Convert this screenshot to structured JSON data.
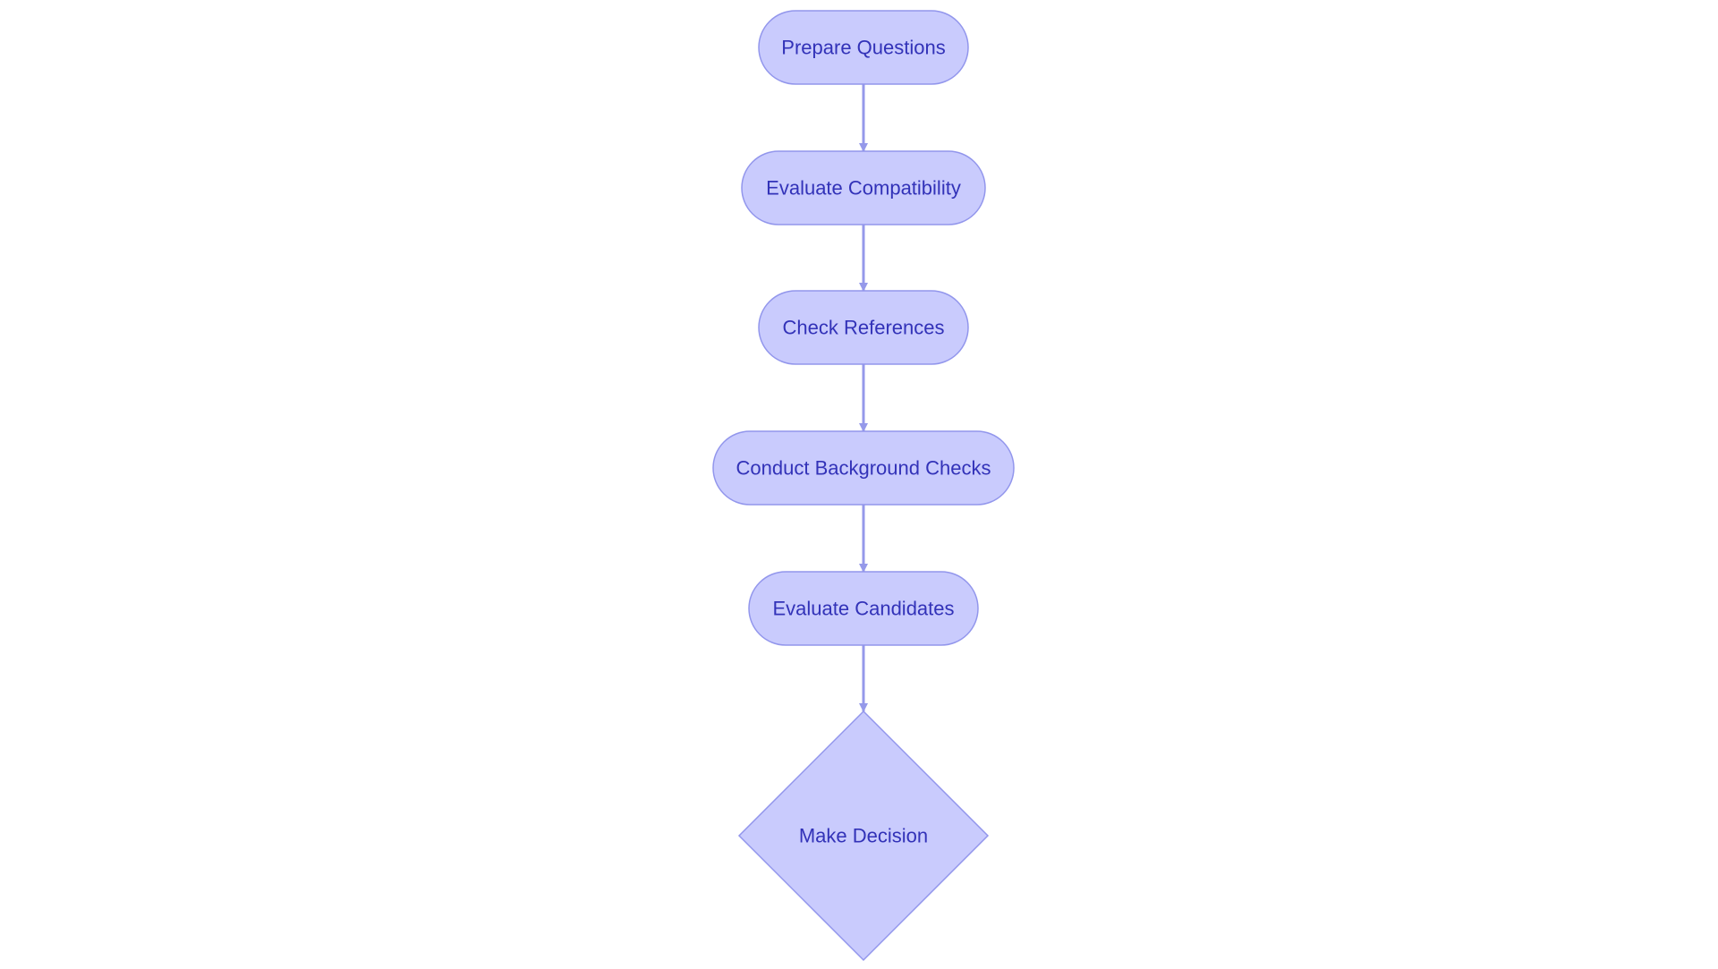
{
  "diagram": {
    "type": "flowchart",
    "colors": {
      "node_fill": "#C9CBFD",
      "node_stroke": "#9296EC",
      "edge": "#9599EA",
      "text": "#3232B8"
    },
    "nodes": [
      {
        "id": "prepare-questions",
        "label": "Prepare Questions",
        "shape": "stadium"
      },
      {
        "id": "evaluate-compatibility",
        "label": "Evaluate Compatibility",
        "shape": "stadium"
      },
      {
        "id": "check-references",
        "label": "Check References",
        "shape": "stadium"
      },
      {
        "id": "conduct-background-checks",
        "label": "Conduct Background Checks",
        "shape": "stadium"
      },
      {
        "id": "evaluate-candidates",
        "label": "Evaluate Candidates",
        "shape": "stadium"
      },
      {
        "id": "make-decision",
        "label": "Make Decision",
        "shape": "diamond"
      }
    ],
    "edges": [
      {
        "from": "prepare-questions",
        "to": "evaluate-compatibility"
      },
      {
        "from": "evaluate-compatibility",
        "to": "check-references"
      },
      {
        "from": "check-references",
        "to": "conduct-background-checks"
      },
      {
        "from": "conduct-background-checks",
        "to": "evaluate-candidates"
      },
      {
        "from": "evaluate-candidates",
        "to": "make-decision"
      }
    ]
  }
}
